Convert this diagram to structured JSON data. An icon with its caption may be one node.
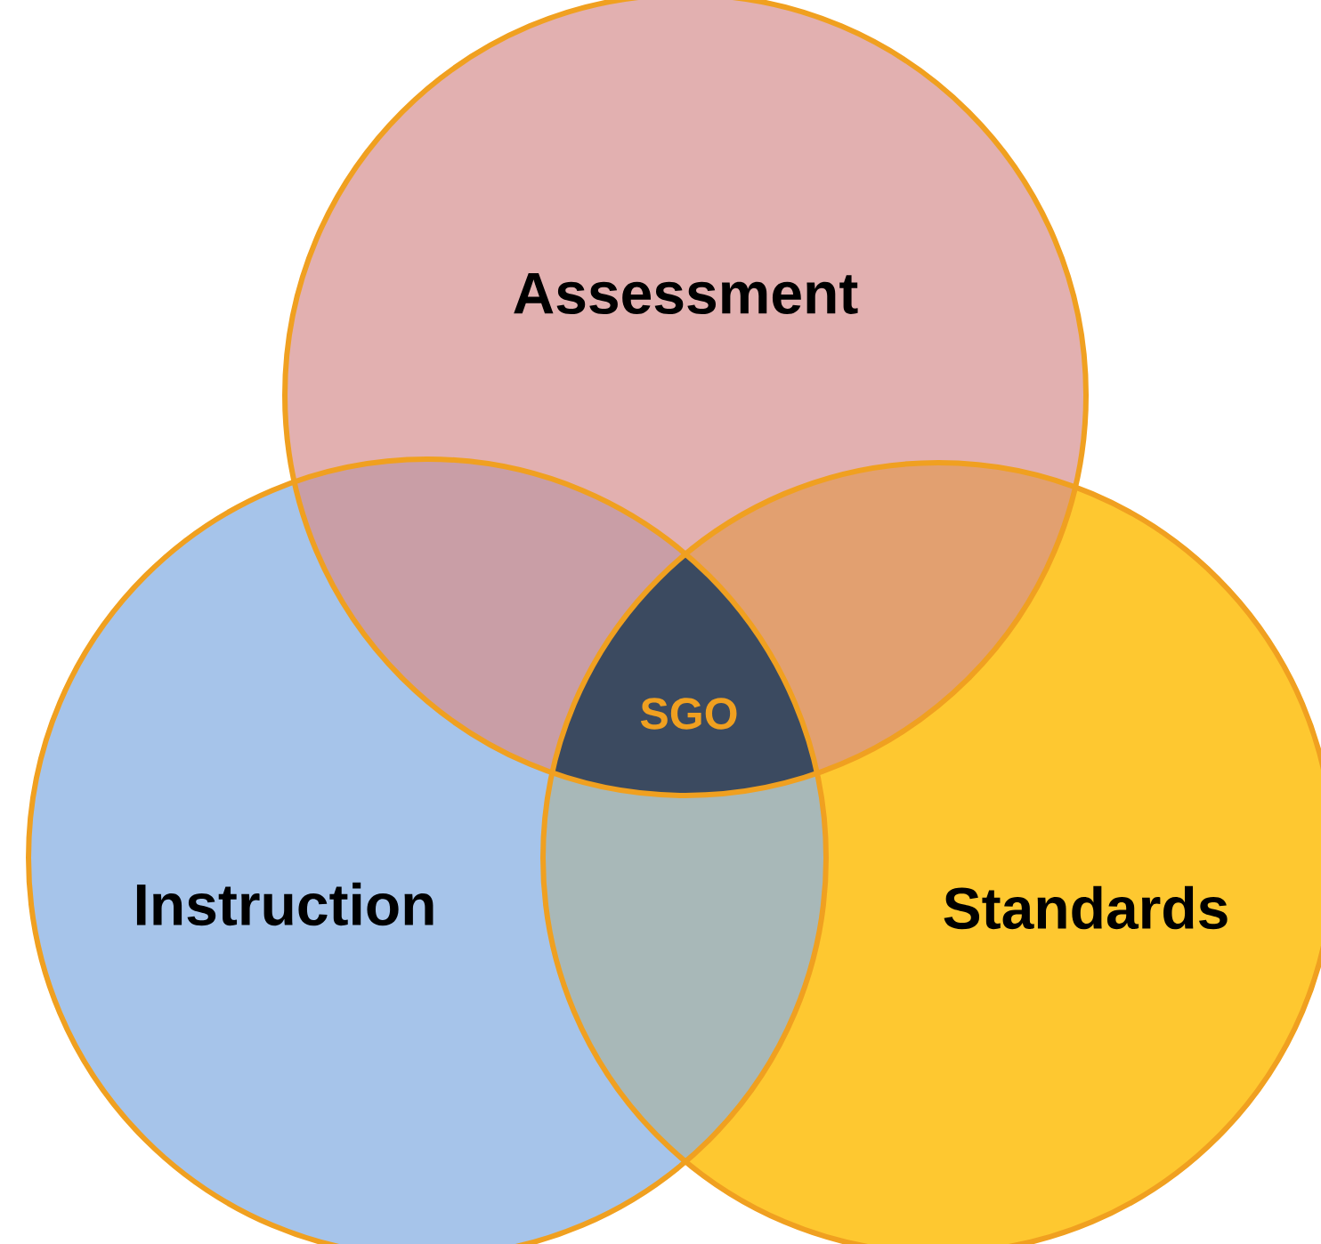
{
  "diagram": {
    "nodes": [
      {
        "text": [
          "Assessment"
        ]
      },
      {
        "text": [
          "Instruction"
        ]
      },
      {
        "text": [
          "Standards"
        ]
      },
      {
        "text": [
          "SGO"
        ]
      }
    ]
  }
}
